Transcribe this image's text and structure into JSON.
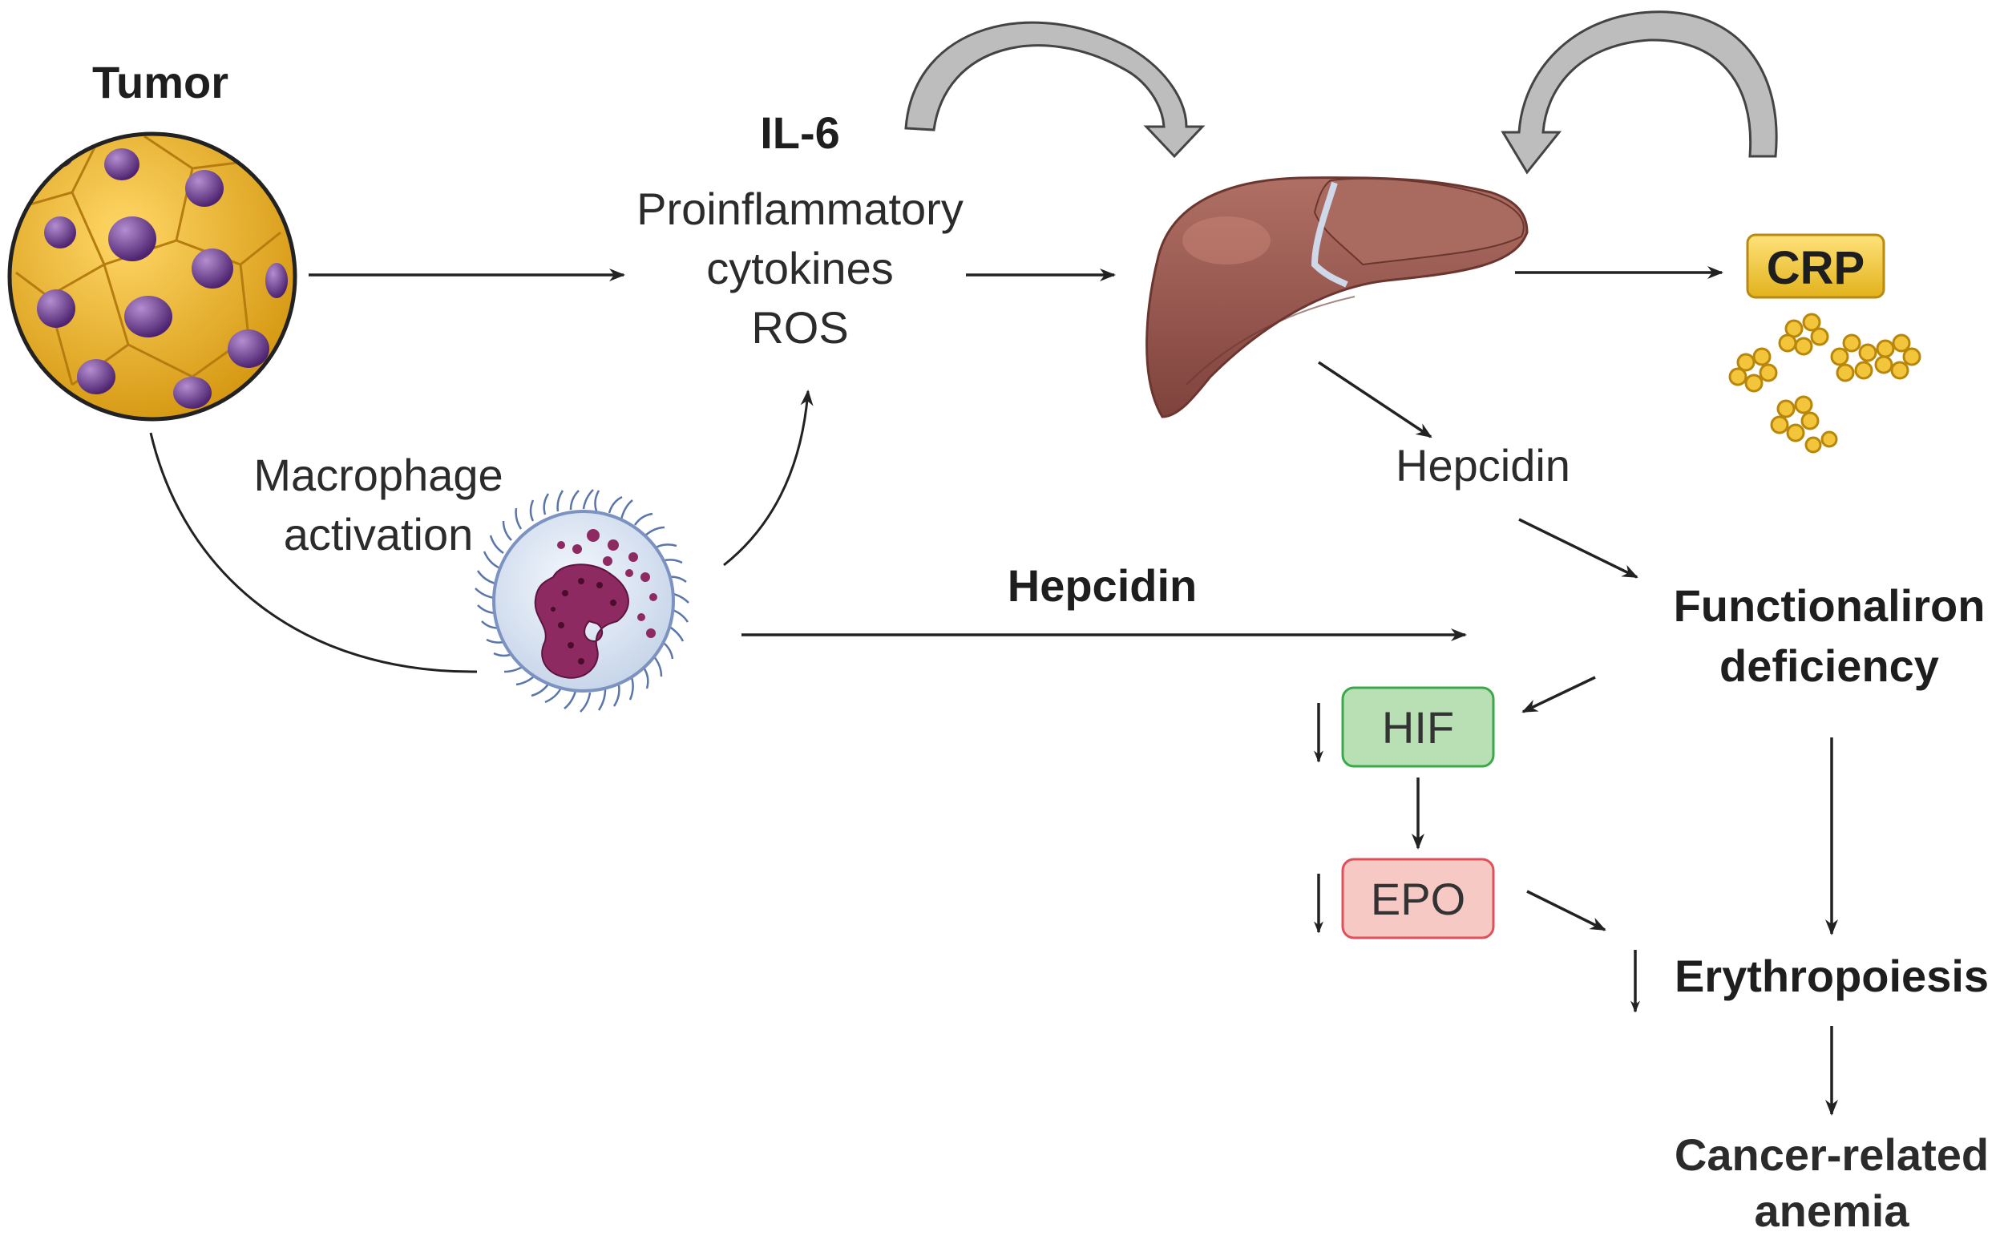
{
  "labels": {
    "tumor": "Tumor",
    "il6": "IL-6",
    "cytokines_line1": "Proinflammatory",
    "cytokines_line2": "cytokines",
    "cytokines_line3": "ROS",
    "macrophage_line1": "Macrophage",
    "macrophage_line2": "activation",
    "hepcidin_liver": "Hepcidin",
    "hepcidin_macrophage": "Hepcidin",
    "crp": "CRP",
    "iron_line1": "Functionaliron",
    "iron_line2": "deficiency",
    "hif": "HIF",
    "epo": "EPO",
    "erythropoiesis": "Erythropoiesis",
    "anemia_line1": "Cancer-related",
    "anemia_line2": "anemia"
  },
  "colors": {
    "anemia_text": "#e3283c",
    "hif_fill": "#b9dfb5",
    "hif_stroke": "#3aa84b",
    "epo_fill": "#f7c9c5",
    "epo_stroke": "#e0505a",
    "crp_fill": "#f0c632",
    "crp_stroke": "#b88a12",
    "liver": "#9b5a52",
    "tumor": "#e6ac25",
    "nucleus": "#6a3a86"
  },
  "icons": [
    "tumor-icon",
    "macrophage-icon",
    "liver-icon",
    "crp-particles-icon"
  ]
}
